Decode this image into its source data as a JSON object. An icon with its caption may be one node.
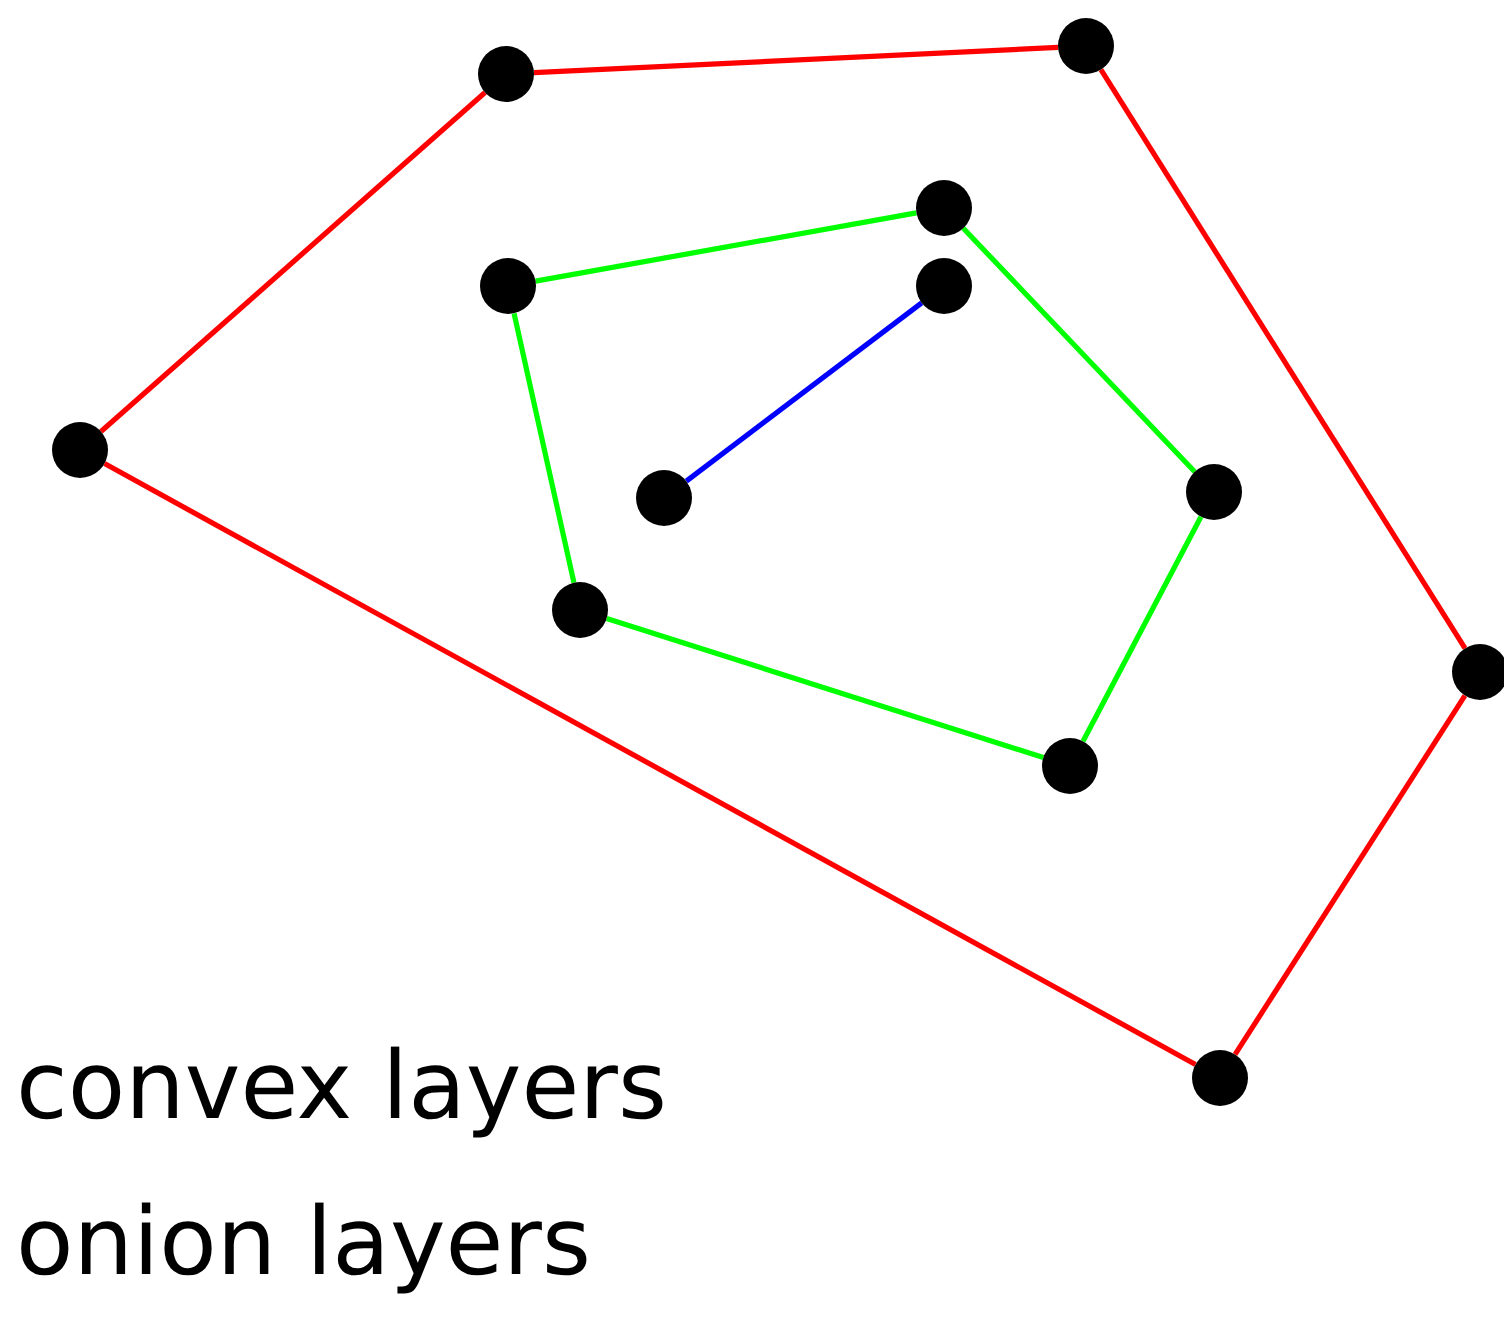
{
  "diagram": {
    "nodes": [
      {
        "text": [],
        "shape": "circle"
      },
      {
        "text": [],
        "shape": "circle"
      },
      {
        "text": [],
        "shape": "circle"
      },
      {
        "text": [],
        "shape": "circle"
      },
      {
        "text": [],
        "shape": "circle"
      },
      {
        "text": [],
        "shape": "circle"
      },
      {
        "text": [],
        "shape": "circle"
      },
      {
        "text": [],
        "shape": "circle"
      },
      {
        "text": [],
        "shape": "circle"
      },
      {
        "text": [],
        "shape": "circle"
      },
      {
        "text": [],
        "shape": "circle"
      },
      {
        "text": [],
        "shape": "circle"
      }
    ],
    "edges": [
      {
        "from": 1,
        "to": 8,
        "arrow": "none",
        "color": "#ff0000"
      },
      {
        "from": 8,
        "to": 11,
        "arrow": "none",
        "color": "#ff0000"
      },
      {
        "from": 11,
        "to": 10,
        "arrow": "none",
        "color": "#ff0000"
      },
      {
        "from": 10,
        "to": 0,
        "arrow": "none",
        "color": "#ff0000"
      },
      {
        "from": 0,
        "to": 1,
        "arrow": "none",
        "color": "#ff0000"
      },
      {
        "from": 2,
        "to": 5,
        "arrow": "none",
        "color": "#00ff00"
      },
      {
        "from": 5,
        "to": 9,
        "arrow": "none",
        "color": "#00ff00"
      },
      {
        "from": 9,
        "to": 7,
        "arrow": "none",
        "color": "#00ff00"
      },
      {
        "from": 7,
        "to": 3,
        "arrow": "none",
        "color": "#00ff00"
      },
      {
        "from": 3,
        "to": 2,
        "arrow": "none",
        "color": "#00ff00"
      },
      {
        "from": 4,
        "to": 6,
        "arrow": "none",
        "color": "#0000ff"
      }
    ],
    "labels": [
      "convex layers",
      "onion layers"
    ]
  }
}
